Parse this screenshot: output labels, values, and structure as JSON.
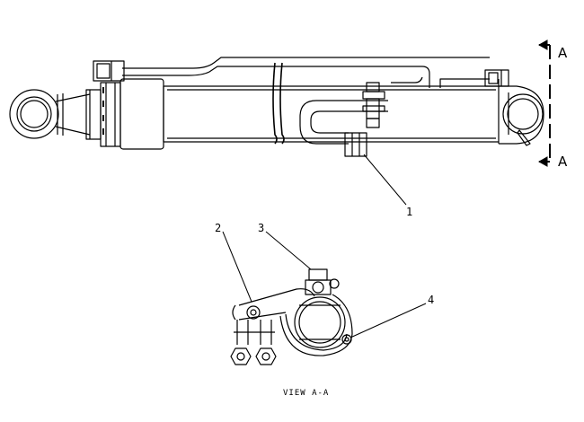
{
  "callouts": {
    "c1": "1",
    "c2": "2",
    "c3": "3",
    "c4": "4"
  },
  "section_marks": {
    "top": "A",
    "bottom": "A"
  },
  "view_caption": "VIEW A-A"
}
